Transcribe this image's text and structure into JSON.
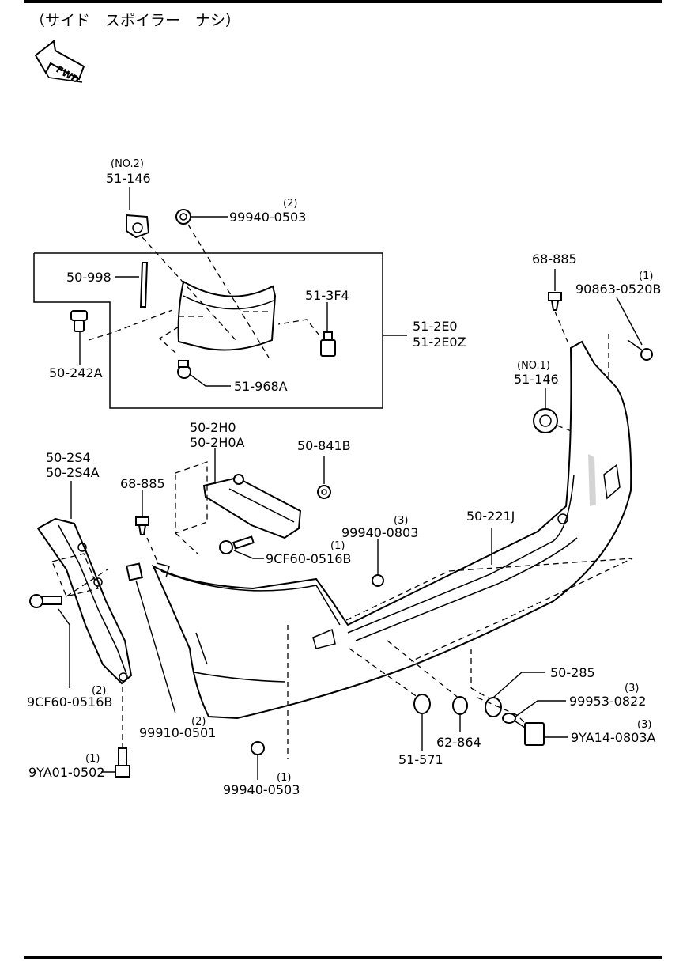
{
  "header": {
    "note": "（サイド　スポイラー　ナシ）",
    "fwd_label": "FWD"
  },
  "labels": {
    "p51_146_no2_qty": "(NO.2)",
    "p51_146_no2": "51-146",
    "p99940_0503_top_qty": "(2)",
    "p99940_0503_top": "99940-0503",
    "p68_885_right": "68-885",
    "p90863_qty": "(1)",
    "p90863": "90863-0520B",
    "p50_998": "50-998",
    "p51_3f4": "51-3F4",
    "p51_2e0": "51-2E0",
    "p51_2e0z": "51-2E0Z",
    "p50_242a": "50-242A",
    "p51_968a": "51-968A",
    "p51_146_no1_qty": "(NO.1)",
    "p51_146_no1": "51-146",
    "p50_2h0": "50-2H0",
    "p50_2h0a": "50-2H0A",
    "p50_841b": "50-841B",
    "p50_2s4": "50-2S4",
    "p50_2s4a": "50-2S4A",
    "p68_885_left": "68-885",
    "p99940_0803_qty": "(3)",
    "p99940_0803": "99940-0803",
    "p50_221j": "50-221J",
    "p9cf60_mid_qty": "(1)",
    "p9cf60_mid": "9CF60-0516B",
    "p9cf60_left_qty": "(2)",
    "p9cf60_left": "9CF60-0516B",
    "p99910_qty": "(2)",
    "p99910": "99910-0501",
    "p9ya01_qty": "(1)",
    "p9ya01": "9YA01-0502",
    "p99940_0503_bot_qty": "(1)",
    "p99940_0503_bot": "99940-0503",
    "p51_571": "51-571",
    "p62_864": "62-864",
    "p50_285": "50-285",
    "p99953_qty": "(3)",
    "p99953": "99953-0822",
    "p9ya14_qty": "(3)",
    "p9ya14": "9YA14-0803A"
  }
}
